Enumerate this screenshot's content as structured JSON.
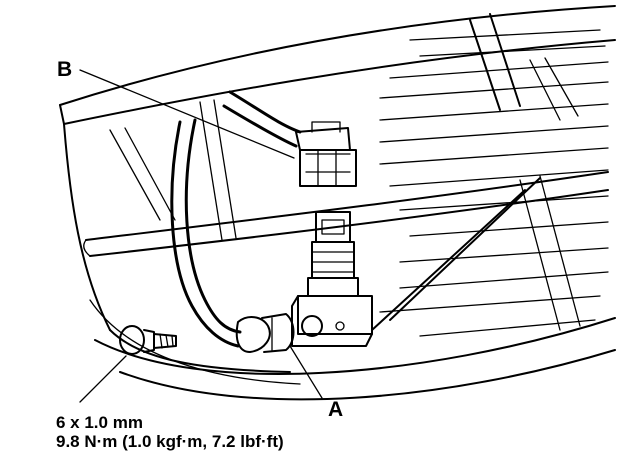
{
  "callouts": {
    "a": "A",
    "b": "B"
  },
  "spec": {
    "size": "6 x 1.0 mm",
    "torque": "9.8 N·m (1.0 kgf·m, 7.2 lbf·ft)"
  }
}
